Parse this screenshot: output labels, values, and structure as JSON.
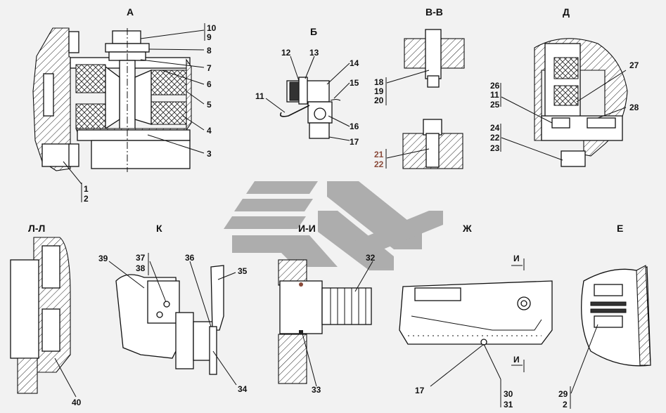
{
  "views": {
    "a": {
      "title": "А",
      "labels": [
        "10",
        "9",
        "8",
        "7",
        "6",
        "5",
        "4",
        "3",
        "1",
        "2"
      ]
    },
    "b": {
      "title": "Б",
      "labels": [
        "12",
        "13",
        "14",
        "15",
        "11",
        "16",
        "17"
      ]
    },
    "vv": {
      "title": "В-В",
      "labels": [
        "18",
        "19",
        "20",
        "21",
        "22"
      ]
    },
    "d": {
      "title": "Д",
      "labels": [
        "26",
        "11",
        "25",
        "27",
        "28",
        "24",
        "22",
        "23"
      ]
    },
    "ll": {
      "title": "Л-Л",
      "labels": [
        "40"
      ]
    },
    "k": {
      "title": "К",
      "labels": [
        "39",
        "37",
        "38",
        "36",
        "35",
        "34"
      ]
    },
    "ii": {
      "title": "И-И",
      "labels": [
        "32",
        "33"
      ]
    },
    "zh": {
      "title": "Ж",
      "labels": [
        "И",
        "И",
        "17",
        "30",
        "31"
      ]
    },
    "e": {
      "title": "Е",
      "labels": [
        "29",
        "2"
      ]
    }
  },
  "colors": {
    "logo": "#a6a6a6",
    "highlight_label": "#8a4a3a"
  }
}
